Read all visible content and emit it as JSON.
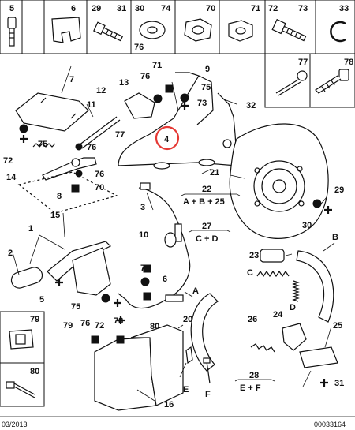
{
  "top_row": {
    "labels": [
      "5",
      "6",
      "29",
      "31",
      "30",
      "74",
      "70",
      "71",
      "72",
      "73",
      "33"
    ],
    "second": "76"
  },
  "right_box": {
    "labels": [
      "77",
      "78"
    ]
  },
  "highlight": {
    "label": "4",
    "color": "#e53935"
  },
  "parts": {
    "p1": "1",
    "p2": "2",
    "p3": "3",
    "p5": "5",
    "p6": "6",
    "p7": "7",
    "p8": "8",
    "p9": "9",
    "p10": "10",
    "p11": "11",
    "p12": "12",
    "p13": "13",
    "p14": "14",
    "p15": "15",
    "p16": "16",
    "p20": "20",
    "p21": "21",
    "p23": "23",
    "p24": "24",
    "p25": "25",
    "p26": "26",
    "p29": "29",
    "p30": "30",
    "p31": "31",
    "p32": "32",
    "p70": "70",
    "p71": "71",
    "p72": "72",
    "p72b": "72",
    "p73": "73",
    "p74": "74",
    "p75a": "75",
    "p75b": "75",
    "p75c": "75",
    "p75d": "75",
    "p76a": "76",
    "p76b": "76",
    "p76c": "76",
    "p76d": "76",
    "p77": "77",
    "p78": "78",
    "p79": "79",
    "p80": "80",
    "A": "A",
    "B": "B",
    "C": "C",
    "D": "D",
    "E": "E",
    "F": "F"
  },
  "formulas": {
    "f22_num": "22",
    "f22_expr": "A + B + 25",
    "f27_num": "27",
    "f27_expr": "C + D",
    "f28_num": "28",
    "f28_expr": "E + F"
  },
  "left_box": {
    "labels": [
      "79",
      "80"
    ]
  },
  "footer": {
    "date": "03/2013",
    "code": "00033164"
  }
}
